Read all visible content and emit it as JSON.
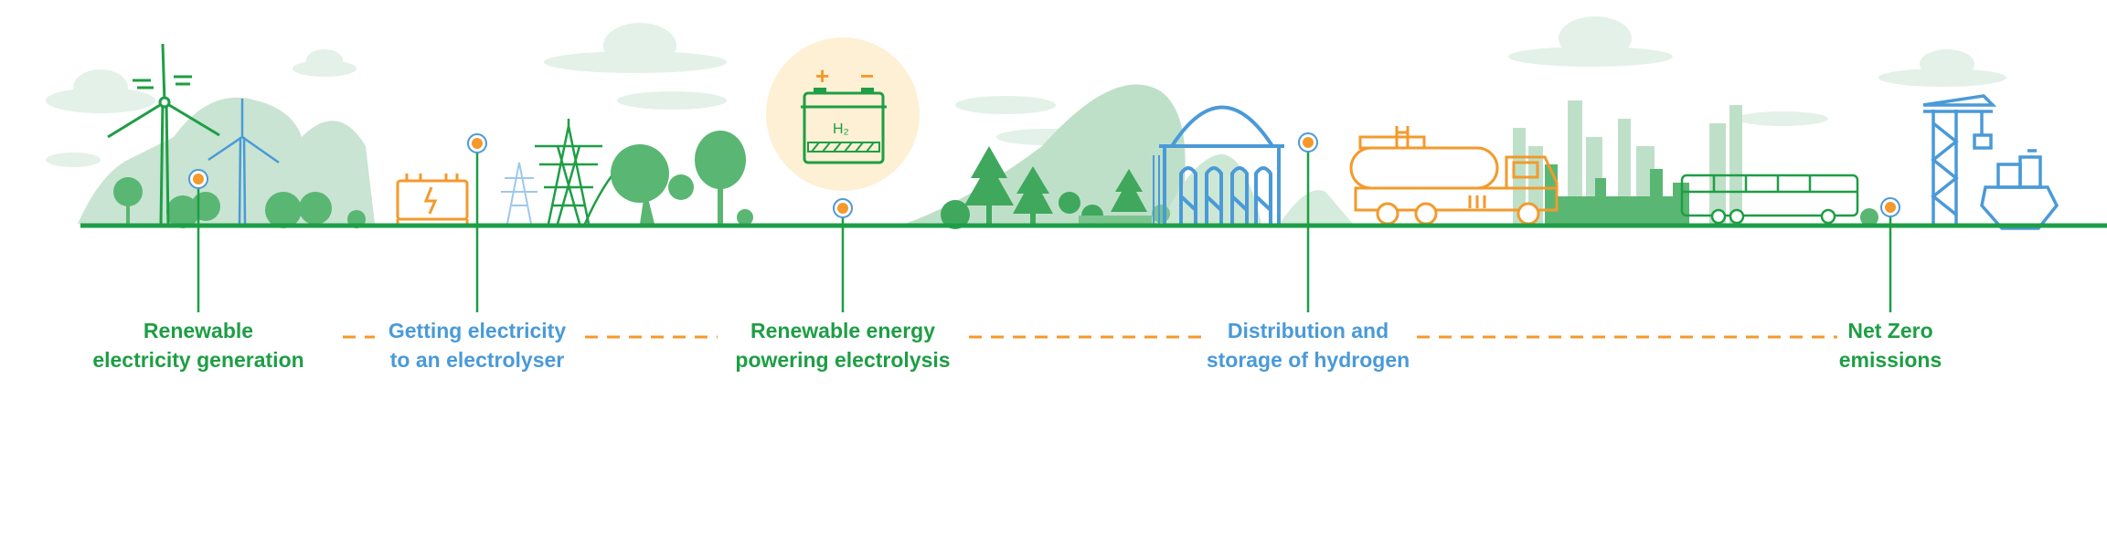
{
  "colors": {
    "green": "#1e9e45",
    "blue": "#4a9ad8",
    "orange": "#f39a2c",
    "light_green": "#9fd3ad",
    "pale_green": "#d8ece0",
    "cream": "#fdf0d4"
  },
  "stages": [
    {
      "line1": "Renewable",
      "line2": "electricity generation",
      "color": "green"
    },
    {
      "line1": "Getting electricity",
      "line2": "to an electrolyser",
      "color": "blue"
    },
    {
      "line1": "Renewable energy",
      "line2": "powering electrolysis",
      "color": "green"
    },
    {
      "line1": "Distribution and",
      "line2": "storage of hydrogen",
      "color": "blue"
    },
    {
      "line1": "Net Zero",
      "line2": "emissions",
      "color": "green"
    }
  ],
  "battery": {
    "plus": "+",
    "minus": "−",
    "symbol": "H₂"
  },
  "icons": [
    "wind-turbine-icon",
    "transformer-icon",
    "pylon-icon",
    "battery-icon",
    "gas-holder-icon",
    "tanker-truck-icon",
    "city-skyline-icon",
    "bus-icon",
    "crane-icon",
    "ship-icon"
  ]
}
